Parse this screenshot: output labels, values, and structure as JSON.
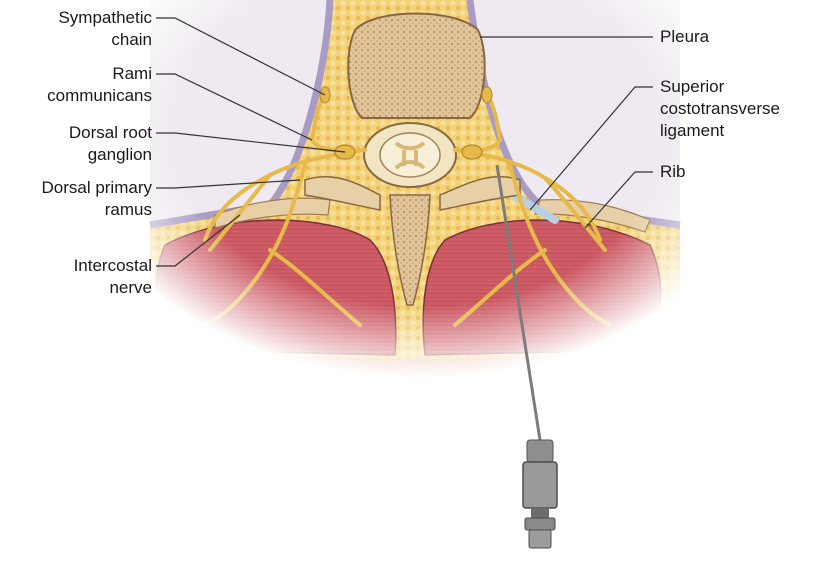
{
  "labels": {
    "sympathetic_chain": [
      "Sympathetic",
      "chain"
    ],
    "rami_communicans": [
      "Rami",
      "communicans"
    ],
    "dorsal_root_ganglion": [
      "Dorsal root",
      "ganglion"
    ],
    "dorsal_primary_ramus": [
      "Dorsal primary",
      "ramus"
    ],
    "intercostal_nerve": [
      "Intercostal",
      "nerve"
    ],
    "pleura": [
      "Pleura"
    ],
    "superior_costotransverse_ligament": [
      "Superior",
      "costotransverse",
      "ligament"
    ],
    "rib": [
      "Rib"
    ]
  },
  "colors": {
    "muscle": "#c9555f",
    "fat": "#f2cf6e",
    "nerve": "#e6b94a",
    "bone": "#e7cfa8",
    "pleura": "#a99bc4",
    "needle": "#7c7c7c"
  }
}
